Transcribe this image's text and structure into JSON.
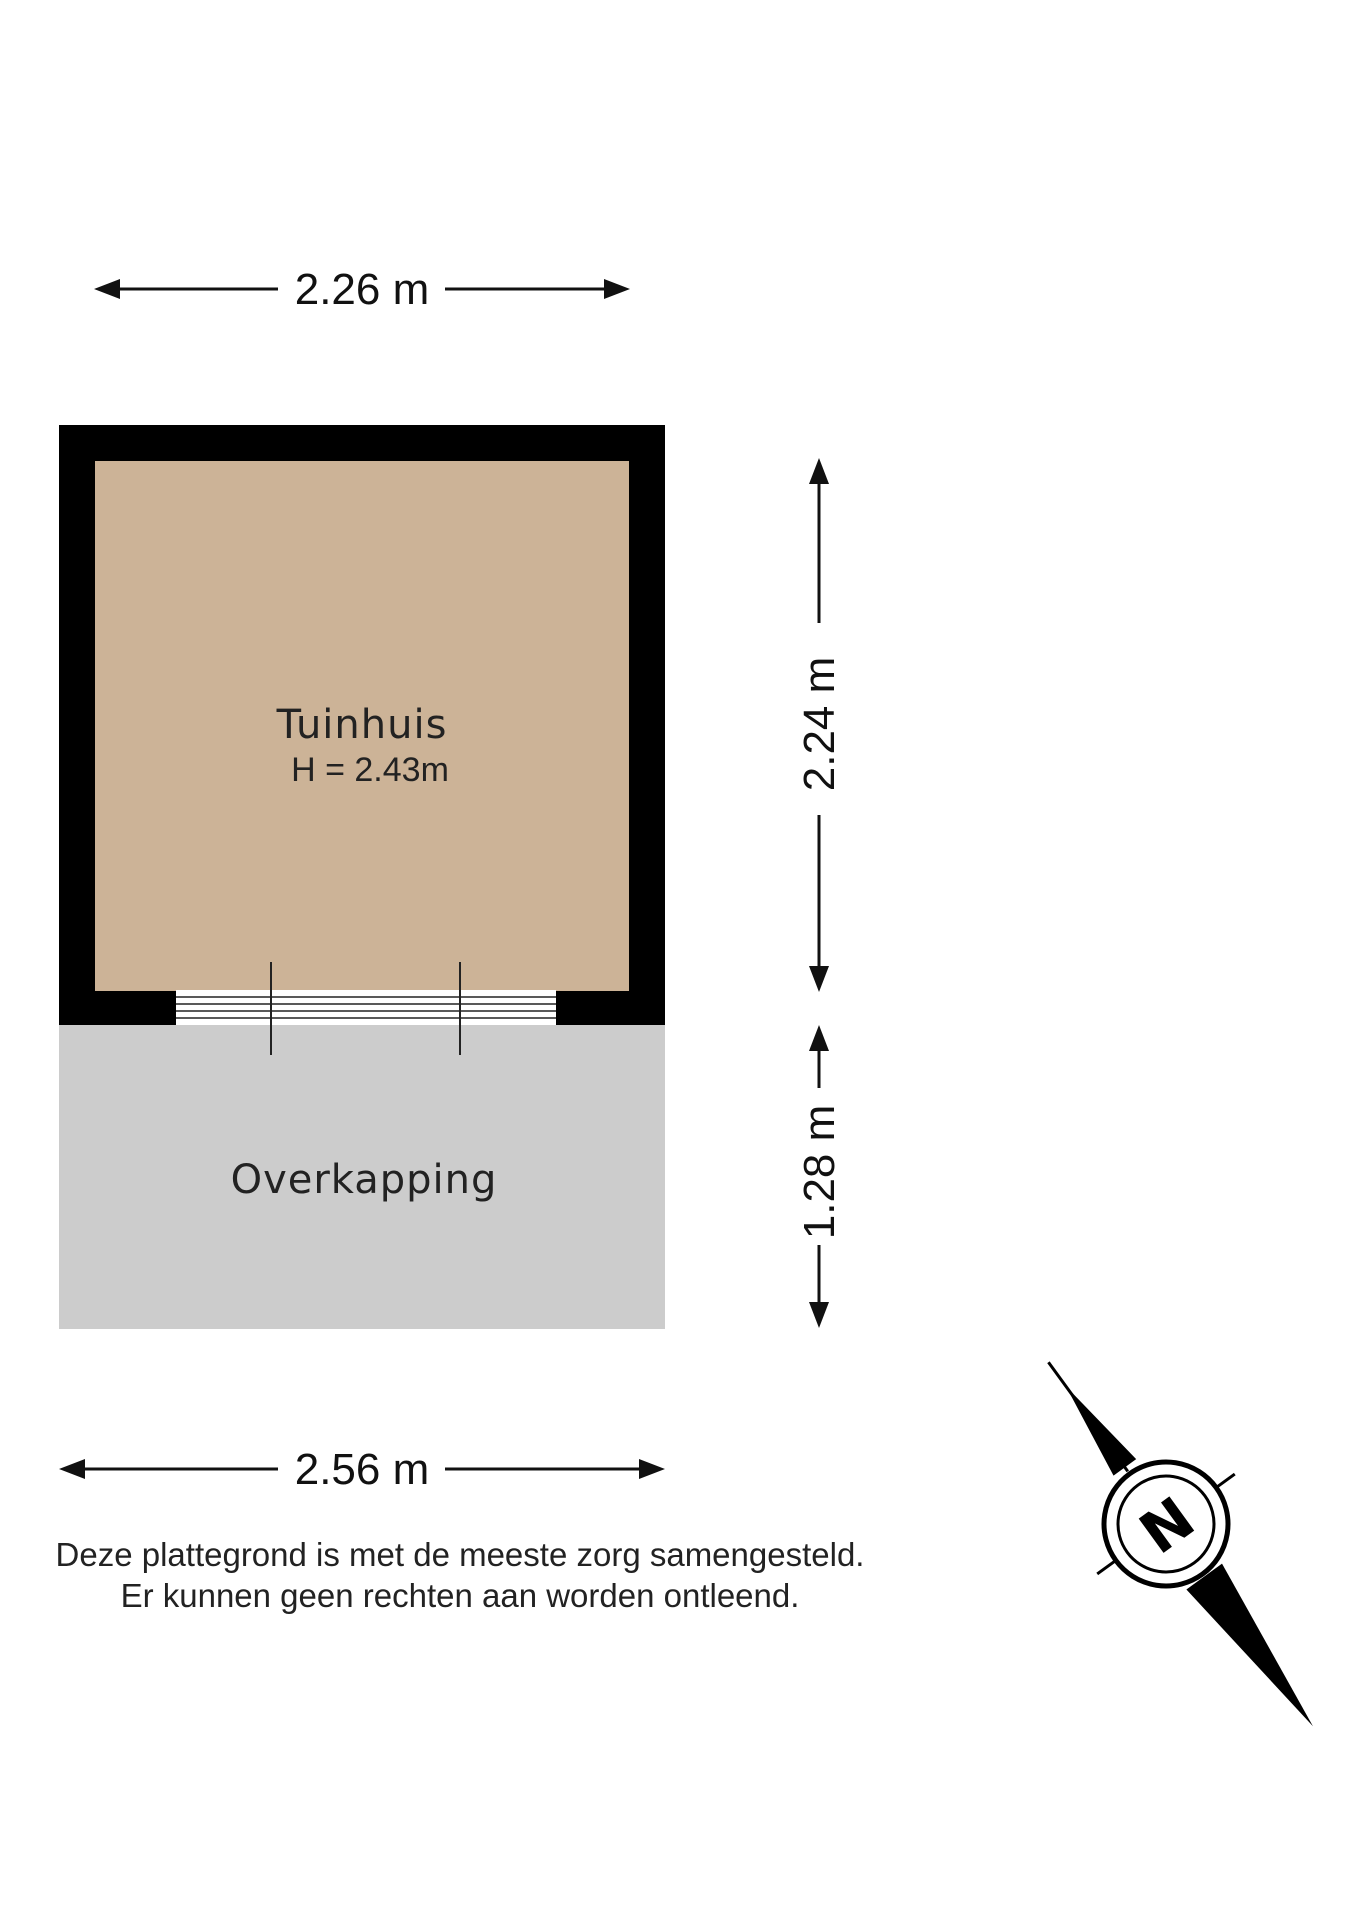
{
  "colors": {
    "wall": "#000000",
    "tuinhuis_floor": "#ccb397",
    "overkapping_floor": "#cccccc",
    "door_sill": "#ffffff",
    "ink": "#111111"
  },
  "dimensions": {
    "top_width": "2.26 m",
    "bottom_width": "2.56 m",
    "right_upper_height": "2.24 m",
    "right_lower_height": "1.28 m"
  },
  "rooms": {
    "tuinhuis": {
      "name": "Tuinhuis",
      "height": "H = 2.43m"
    },
    "overkapping": {
      "name": "Overkapping"
    }
  },
  "disclaimer": {
    "line1": "Deze plattegrond is met de meeste zorg samengesteld.",
    "line2": "Er kunnen geen rechten aan worden ontleend."
  },
  "compass": {
    "icon": "north-compass-icon",
    "letter": "N"
  }
}
